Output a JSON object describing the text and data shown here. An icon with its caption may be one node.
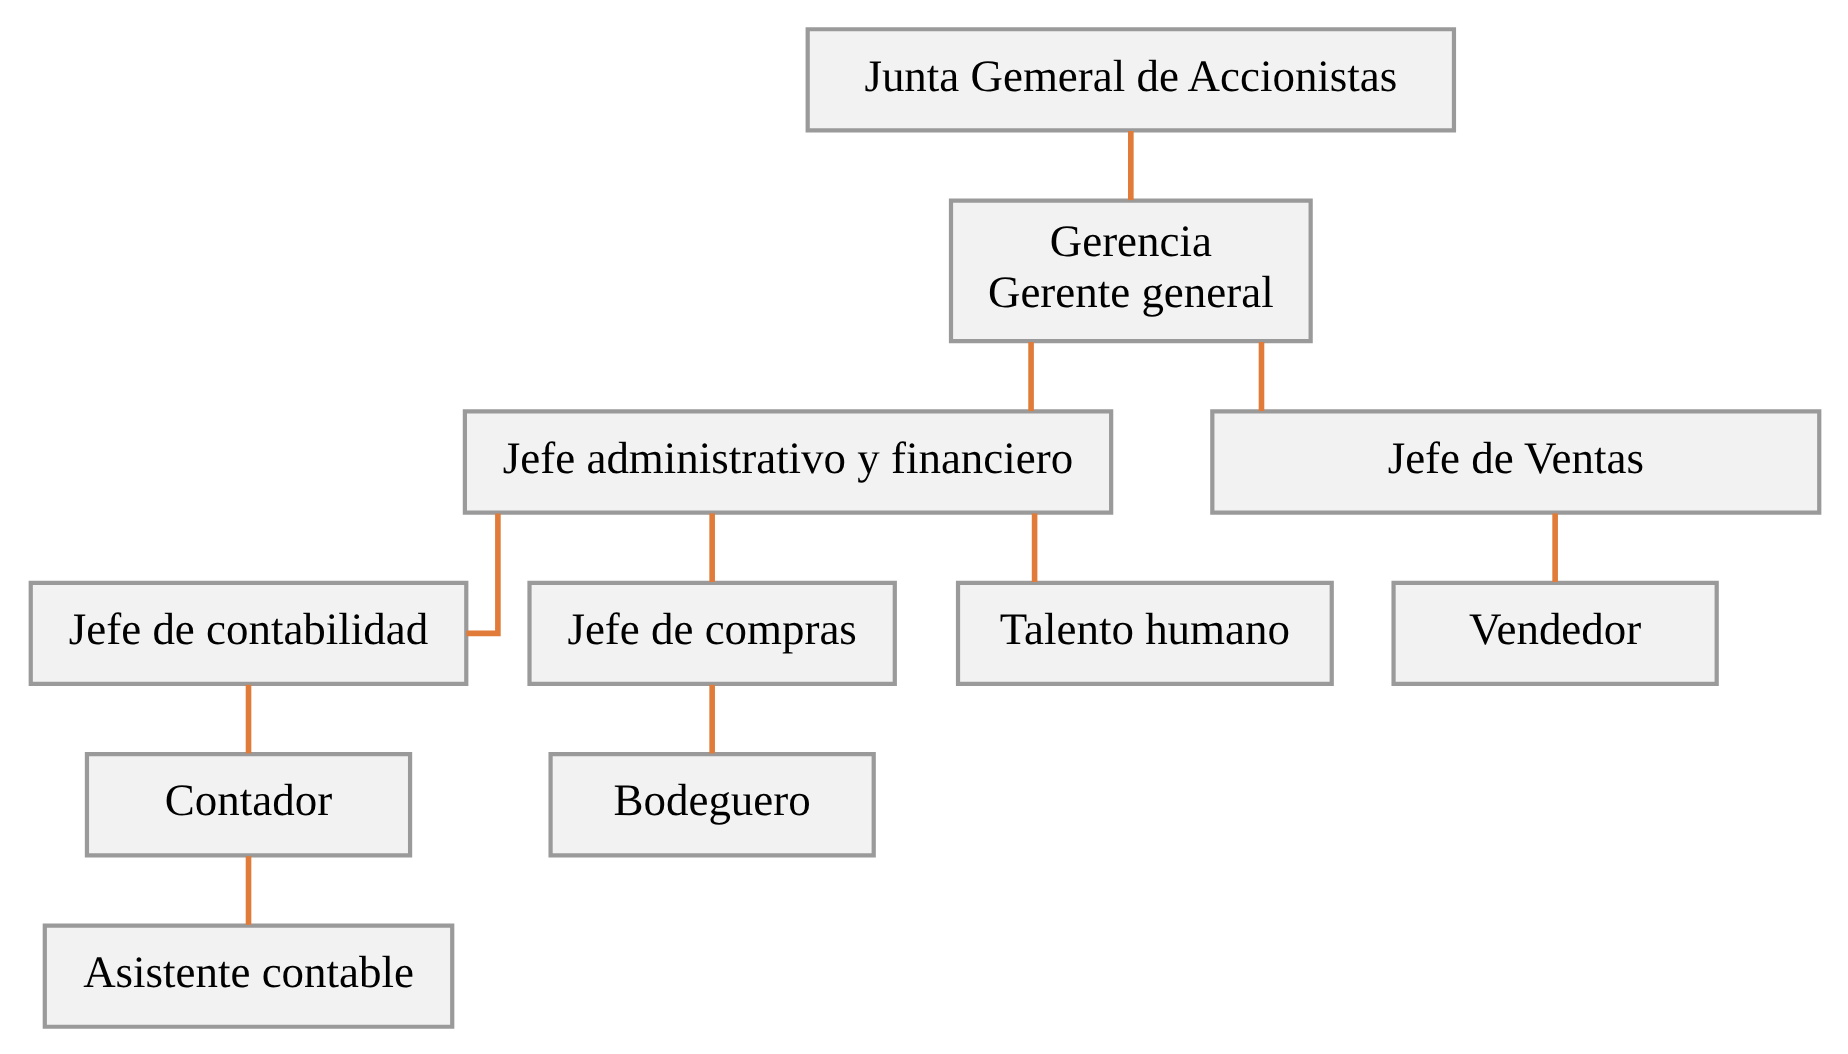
{
  "diagram": {
    "nodes": [
      {
        "text": [
          "Junta Gemeral de Accionistas"
        ]
      },
      {
        "text": [
          "Gerencia",
          "Gerente general"
        ]
      },
      {
        "text": [
          "Jefe administrativo y financiero"
        ]
      },
      {
        "text": [
          "Jefe de Ventas"
        ]
      },
      {
        "text": [
          "Jefe de contabilidad"
        ]
      },
      {
        "text": [
          "Jefe de compras"
        ]
      },
      {
        "text": [
          "Talento humano"
        ]
      },
      {
        "text": [
          "Contador"
        ]
      },
      {
        "text": [
          "Asistente contable"
        ]
      },
      {
        "text": [
          "Bodeguero"
        ]
      },
      {
        "text": [
          "Vendedor"
        ]
      }
    ],
    "edges": [
      {
        "from": 0,
        "to": 1,
        "arrow": "none"
      },
      {
        "from": 1,
        "to": 2,
        "arrow": "none"
      },
      {
        "from": 1,
        "to": 3,
        "arrow": "none"
      },
      {
        "from": 2,
        "to": 4,
        "arrow": "none"
      },
      {
        "from": 2,
        "to": 5,
        "arrow": "none"
      },
      {
        "from": 2,
        "to": 6,
        "arrow": "none"
      },
      {
        "from": 4,
        "to": 7,
        "arrow": "none"
      },
      {
        "from": 7,
        "to": 8,
        "arrow": "none"
      },
      {
        "from": 5,
        "to": 9,
        "arrow": "none"
      },
      {
        "from": 3,
        "to": 10,
        "arrow": "none"
      }
    ]
  }
}
